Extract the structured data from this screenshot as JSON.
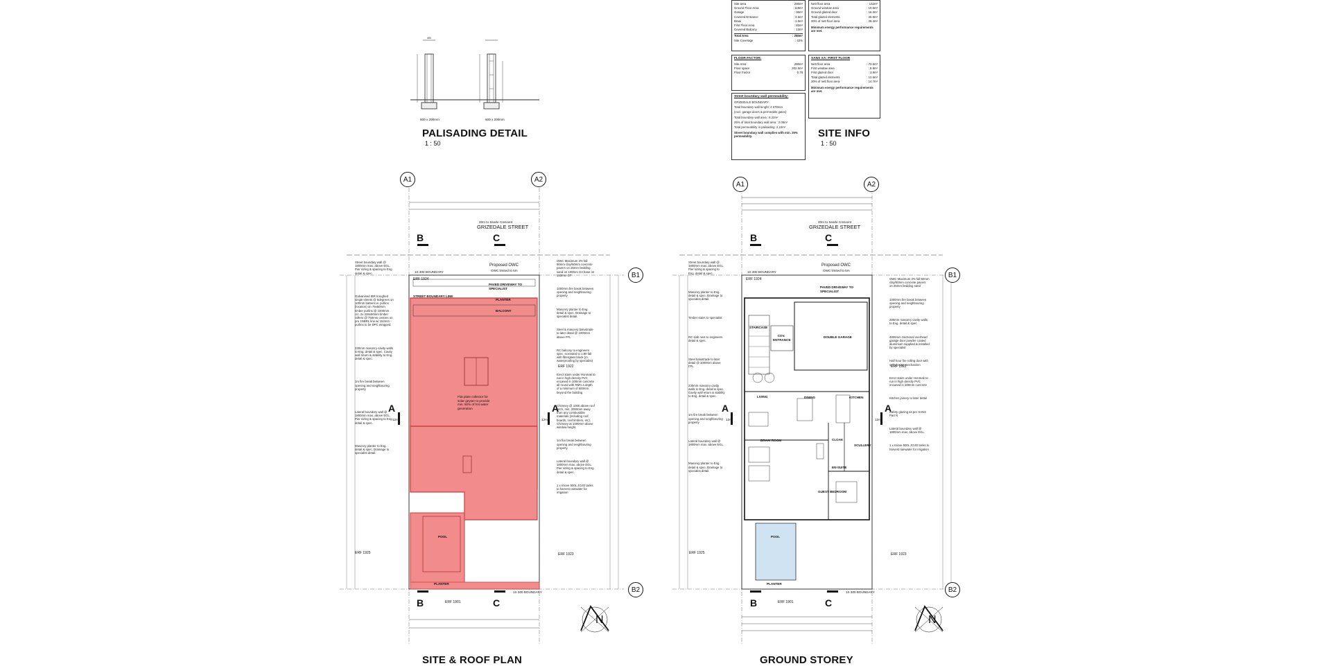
{
  "palisading": {
    "title": "PALISADING DETAIL",
    "scale": "1 : 50",
    "footing_left": "600 x 200mm",
    "footing_right": "600 x 200mm"
  },
  "site_info": {
    "title": "SITE INFO",
    "scale": "1 : 50",
    "area_box": {
      "rows": [
        {
          "label": "Site area",
          "value": ": 280m²"
        },
        {
          "label": "Ground Floor Area",
          "value": ": 119m²"
        },
        {
          "label": "Garage",
          "value": ": 36m²"
        },
        {
          "label": "Covered Entrance",
          "value": ": 3.5m²"
        },
        {
          "label": "Braai",
          "value": ": 1.5m²"
        },
        {
          "label": "First Floor Area",
          "value": ": 82m²"
        },
        {
          "label": "Covered Balcony",
          "value": ": 13m²"
        }
      ],
      "total_label": "Total Area",
      "total_value": ": 255m²",
      "coverage_label": "Site Coverage",
      "coverage_value": ": 42%"
    },
    "floor_factor": {
      "heading": "FLOOR FACTOR:",
      "rows": [
        {
          "label": "Site Area",
          "value": "280m²"
        },
        {
          "label": "Floor space",
          "value": "202.5m²"
        },
        {
          "label": "Floor Factor",
          "value": "0.78"
        }
      ]
    },
    "permeability": {
      "heading": "Street boundary wall permeability:",
      "lines": [
        "GRIZEDALE BOUNDARY",
        "Total boundary wall lenght: 4 570mm",
        "(excl. garage doors & permeable gates)",
        "Total boundary wall area : 8.22m²",
        "25% of total boundary wall area : 2.05m²",
        "Total permeability in palisading: 2.24m²"
      ],
      "conclusion": "Street boundary wall complies with min. 25% permeability."
    },
    "ground_sans": {
      "rows": [
        {
          "label": "Nett floor area",
          "value": ": 142m²"
        },
        {
          "label": "Ground window area",
          "value": ": 10.6m²"
        },
        {
          "label": "Ground glazed door",
          "value": ": 16.3m²"
        },
        {
          "label": "Total glazed elements",
          "value": ": 26.9m²"
        },
        {
          "label": "20% of nett floor area",
          "value": ": 28.4m²"
        }
      ],
      "conclusion": "Minimum energy performance requirements are met."
    },
    "first_sans": {
      "heading": "SANS XA: FIRST FLOOR",
      "rows": [
        {
          "label": "Nett floor area",
          "value": ": 73.5m²"
        },
        {
          "label": "First window area",
          "value": ": 8.8m²"
        },
        {
          "label": "First glazed door",
          "value": ": 3.8m²"
        },
        {
          "label": "Total glazed elements",
          "value": ": 12.6m²"
        },
        {
          "label": "20% of nett floor area",
          "value": ": 14.7m²"
        }
      ],
      "conclusion": "Minimum energy performance requirements are met."
    }
  },
  "site_plan": {
    "title": "SITE & ROOF PLAN",
    "grid": {
      "a1": "A1",
      "a2": "A2",
      "b1": "B1",
      "b2": "B2"
    },
    "section_a": "A",
    "section_b": "B",
    "section_c": "C",
    "street": "GRIZEDALE STREET",
    "street_sub": "20m to Searle Crescent",
    "street_boundary": "STREET BOUNDARY LINE",
    "owc": "Proposed OWC",
    "owc_sub": "OWC limited to 5m",
    "erf_top": "ERF 1924",
    "erf_right": "ERF 1922",
    "erf_right2": "ERF 1923",
    "erf_left": "ERF 1925",
    "erf_bottom": "ERF 1901",
    "driveway": "PAVED DRIVEWAY TO SPECIALIST",
    "planter_top": "PLANTER",
    "balcony": "BALCONY",
    "pool": "POOL",
    "planter_bottom": "PLANTER",
    "boundary": "1S 300 BOUNDARY",
    "width_label": "12m",
    "north": "N",
    "notes_left": [
      "Street boundary wall @ 1800mm max. above EGL. Pier sizing & spacing to Eng. detail & spec.",
      "Galvanised IBR troughed single sheets @ 5degrees on 100mm battens w. purlins (location) on 76x50mm timber purlins @ 1000mm c/c. 2x 228x50mm timber rafters @ 750mm centres on pre 1NBRL line w/ 152mm - purlins to be DPC wrapped.",
      "230mm masonry cavity walls to Eng. detail & spec. Cavity wall return & stability to Eng. detail & spec.",
      "1m fire break between opening and neighbouring property",
      "Lateral boundary wall @ 1800mm max. above EGL. Pier sizing & spacing to Eng. detail & spec.",
      "Masonry planter to Eng. detail & spec. Drainage to specialist detail."
    ],
    "notes_right": [
      "OWC Maximum 3% fall 60mm clay/50mm concrete pavers on 25mm bedding sand on 100mm G4 base on 150mm G7",
      "1000mm fire break between opening and neighbouring property",
      "Masonry planter to Eng. detail & spec. Drainage to specialist detail.",
      "Steel & masonry balustrade to later detail @ 1000mm above FFL",
      "RC balcony to engineers spec. screeded to 1:80 fall with fiberglass block (m. waterproofing by specialist)",
      "Erect stairs under Honmak to run in high density PVC encased in 100mm concrete all round with RM's a depth of a minimum of 600mm beyond the building",
      "Chimney @ 1000 above roof pitch, min. 2000mm away from any combustible materials (including roof boards, roof timbers, etc). Chimney at 1000mm above window height.",
      "1m fire break between opening and neighbouring property",
      "Lateral boundary wall @ 1800mm max. above EGL. Pier sizing & spacing to Eng. detail & spec.",
      "1 x Inlove 500L JOJO tanks to harvest rainwater for irrigation"
    ],
    "roof_note": "Flat plate collector for solar geyser to provide min. 50% of hot water generation"
  },
  "ground_storey": {
    "title": "GROUND STOREY",
    "grid": {
      "a1": "A1",
      "a2": "A2",
      "b1": "B1",
      "b2": "B2"
    },
    "section_a": "A",
    "section_b": "B",
    "section_c": "C",
    "street": "GRIZEDALE STREET",
    "street_sub": "20m to Searle Crescent",
    "owc": "Proposed OWC",
    "owc_sub": "OWC limited to 5m",
    "erf_top": "ERF 1924",
    "erf_right": "ERF 1922",
    "erf_right2": "ERF 1923",
    "erf_left": "ERF 1925",
    "erf_bottom": "ERF 1901",
    "driveway": "PAVED DRIVEWAY TO SPECIALIST",
    "rooms": {
      "staircase": "STAIRCASE",
      "entrance": "COV. ENTRANCE",
      "garage": "DOUBLE GARAGE",
      "living": "LIVING",
      "dining": "DINING",
      "kitchen": "KITCHEN",
      "braai": "BRAAI ROOM",
      "ensuite": "EN-SUITE",
      "guest": "GUEST BEDROOM",
      "cloak": "CLOAK",
      "scullery": "SCULLERY"
    },
    "pool": "POOL",
    "planter_bottom": "PLANTER",
    "boundary": "1S 300 BOUNDARY",
    "width_label": "12m",
    "north": "N",
    "notes_left": [
      "Street boundary wall @ 1800mm max. above EGL. Pier sizing & spacing to Eng. detail & spec.",
      "Masonry planter to Eng. detail & spec. Drainage to specialist detail.",
      "Timber stairs to specialist",
      "RC slab next to engineers detail & spec.",
      "Steel balustrade to later detail @ 1000mm above FFL",
      "230mm masonry cavity walls to Eng. detail & spec. Cavity wall return & stability to Eng. detail & spec.",
      "1m fire break between opening and neighbouring property",
      "Lateral boundary wall @ 1800mm max. above EGL.",
      "Masonry planter to Eng. detail & spec. Drainage to specialist detail."
    ],
    "notes_right": [
      "OWC Maximum 3% fall 60mm clay/50mm concrete pavers on 25mm bedding sand",
      "1000mm fire break between opening and neighbouring property",
      "280mm masonry cavity walls to Eng. detail & spec.",
      "4800mm Sectional overhead garage door powder coated aluminium supplied & installed by specialist",
      "Half hour fire rolling door with self-closing mechanism",
      "Erect stairs under Honmak to run in high density PVC encased in 100mm concrete",
      "Kitchen joinery to later detail",
      "Safety glazing as per SANS Part N",
      "Lateral boundary wall @ 1800mm max. above EGL.",
      "1 x Inlove 500L JOJO tanks to harvest rainwater for irrigation"
    ]
  },
  "colors": {
    "roof_fill": "#f28b8b",
    "roof_edge": "#d13a3a",
    "pool_fill": "#cfe3f2",
    "line": "#222222"
  }
}
